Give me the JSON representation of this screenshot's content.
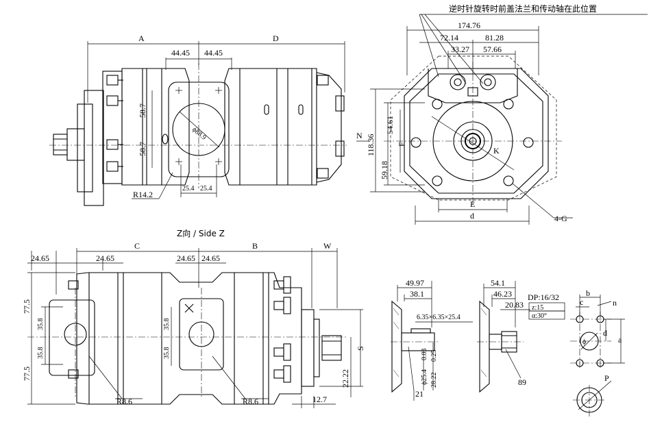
{
  "note_top": "逆时针旋转时前盖法兰和传动轴在此位置",
  "view_top": {
    "dim_A": "A",
    "dim_D": "D",
    "dim_44_45_left": "44.45",
    "dim_44_45_right": "44.45",
    "dim_58_7_top": "58.7",
    "dim_58_7_bottom": "58.7",
    "dim_phi": "ϕ88.9",
    "dim_25_4_left": "25.4",
    "dim_25_4_right": "25.4",
    "radius": "R14.2"
  },
  "view_right": {
    "dim_174_76": "174.76",
    "dim_72_14": "72.14",
    "dim_81_28": "81.28",
    "dim_33_27": "33.27",
    "dim_57_66": "57.66",
    "dim_118_36": "118.36",
    "dim_54_61": "54.61",
    "dim_59_18": "59.18",
    "dim_F": "F",
    "dim_E": "E",
    "dim_d": "d",
    "dim_K": "K",
    "label_N": "N",
    "holes": "4-G"
  },
  "view_side": {
    "title": "Z向 / Side Z",
    "dim_C": "C",
    "dim_B": "B",
    "dim_W": "W",
    "dim_24_65_a": "24.65",
    "dim_24_65_b": "24.65",
    "dim_24_65_c": "24.65",
    "dim_24_65_d": "24.65",
    "dim_77_5_top": "77.5",
    "dim_77_5_bottom": "77.5",
    "dim_35_8_a": "35.8",
    "dim_35_8_b": "35.8",
    "dim_35_8_c": "35.8",
    "dim_35_8_d": "35.8",
    "dim_S": "S",
    "dim_22_22": "22.22",
    "dim_12_7": "12.7",
    "radius_left": "R8.6",
    "radius_right": "R8.6"
  },
  "shaft_keyed": {
    "dim_49_97": "49.97",
    "dim_38_1": "38.1",
    "key": "6.35×6.35×25.4",
    "dia": "ϕ25.4",
    "dia_tol": "0.03",
    "dim_28_22": "28.22",
    "dim_28_22_tol": "0.25",
    "callout": "21"
  },
  "shaft_spline": {
    "dim_54_1": "54.1",
    "dim_46_23": "46.23",
    "dim_20_83": "20.83",
    "dp": "DP:16/32",
    "z": "z:15",
    "alpha": "α:30°",
    "callout": "89"
  },
  "port_detail": {
    "b": "b",
    "c": "c",
    "n": "n",
    "d": "d",
    "a": "a",
    "phi": "ϕ",
    "P": "P"
  }
}
